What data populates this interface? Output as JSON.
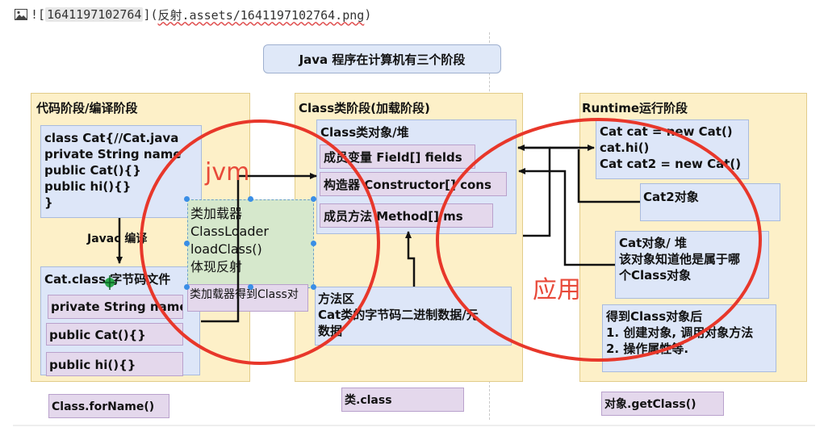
{
  "markdown": {
    "icon": "image-icon",
    "prefix": "![",
    "alt": "1641197102764",
    "middle": "](",
    "path": "反射.assets/1641197102764.png",
    "suffix": ")"
  },
  "title": "Java 程序在计算机有三个阶段",
  "stages": {
    "compile": {
      "title": "代码阶段/编译阶段",
      "source_lines": [
        "class Cat{//Cat.java",
        "private String name",
        "public Cat(){}",
        "public hi(){}",
        "}"
      ],
      "javac_label": "Javac 编译",
      "bytecode_title": "Cat.class 字节码文件",
      "members": [
        "private String name",
        "public Cat(){}",
        "public hi(){}"
      ],
      "footer": "Class.forName()"
    },
    "load": {
      "title": "Class类阶段(加载阶段)",
      "heap_title": "Class类对象/堆",
      "members": [
        "成员变量 Field[] fields",
        "构造器 Constructor[] cons",
        "成员方法 Method[] ms"
      ],
      "method_area": [
        "方法区",
        "Cat类的字节码二进制数据/元",
        "数据"
      ],
      "footer": "类.class"
    },
    "runtime": {
      "title": "Runtime运行阶段",
      "code_lines": [
        "Cat cat = new Cat()",
        "cat.hi()",
        "Cat cat2 = new Cat()"
      ],
      "cat2": "Cat2对象",
      "cat_obj": [
        "Cat对象/ 堆",
        "该对象知道他是属于哪",
        "个Class对象"
      ],
      "after": [
        "得到Class对象后",
        "1. 创建对象, 调用对象方法",
        "2. 操作属性等."
      ],
      "footer": "对象.getClass()"
    }
  },
  "classloader": {
    "lines": [
      "类加载器",
      "ClassLoader",
      "loadClass()",
      "体现反射"
    ],
    "caption": "类加载器得到Class对"
  },
  "annotations": {
    "jvm": "jvm",
    "app": "应用",
    "circle_color": "#e8372a"
  }
}
